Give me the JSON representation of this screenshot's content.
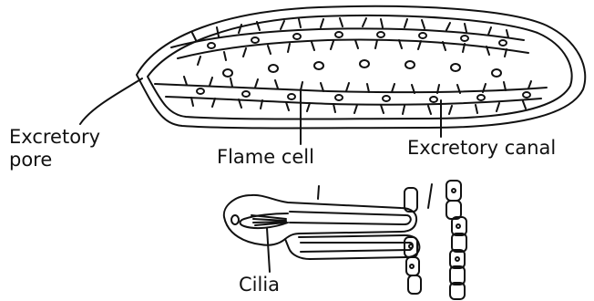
{
  "labels": {
    "excretory_pore": "Excretory\npore",
    "flame_cell": "Flame cell",
    "excretory_canal": "Excretory canal",
    "cilia": "Cilia"
  },
  "colors": {
    "ink": "#111111",
    "background": "#ffffff"
  }
}
